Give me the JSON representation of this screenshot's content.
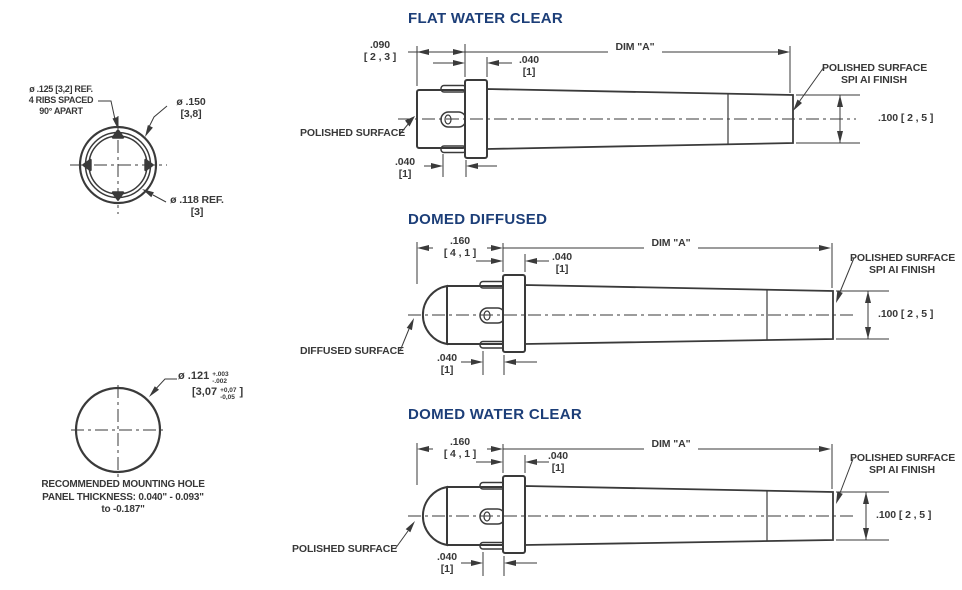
{
  "colors": {
    "line": "#3a3a3a",
    "title": "#1c3e78",
    "text": "#383838",
    "background": "#ffffff"
  },
  "front_view": {
    "rib_label_1": "ø .125 [3,2] REF.",
    "rib_label_2": "4 RIBS SPACED",
    "rib_label_3": "90° APART",
    "outer_dia_1": "ø .150",
    "outer_dia_2": "[3,8]",
    "inner_dia_1": "ø .118 REF.",
    "inner_dia_2": "[3]"
  },
  "mounting_hole": {
    "dia": "ø .121",
    "tol_plus": "+.003",
    "tol_minus": "-.002",
    "metric_open": "[3,07",
    "metric_plus": "+0,07",
    "metric_minus": "-0,05",
    "metric_close": "]",
    "note_1": "RECOMMENDED MOUNTING HOLE",
    "note_2": "PANEL THICKNESS: 0.040\" - 0.093\"",
    "note_3": "to -0.187\""
  },
  "drawings": {
    "flat": {
      "title": "FLAT WATER CLEAR",
      "dim_front": ".090",
      "dim_front_mm": "[ 2 , 3 ]",
      "dim_flange": ".040",
      "dim_flange_mm": "[1]",
      "dim_a": "DIM \"A\"",
      "label_surface": "POLISHED SURFACE",
      "dim_rib": ".040",
      "dim_rib_mm": "[1]",
      "finish_1": "POLISHED SURFACE",
      "finish_2": "SPI AI FINISH",
      "dim_tip": ".100 [ 2 , 5 ]"
    },
    "diffused": {
      "title": "DOMED DIFFUSED",
      "dim_front": ".160",
      "dim_front_mm": "[ 4 , 1 ]",
      "dim_flange": ".040",
      "dim_flange_mm": "[1]",
      "dim_a": "DIM \"A\"",
      "label_surface": "DIFFUSED SURFACE",
      "dim_rib": ".040",
      "dim_rib_mm": "[1]",
      "finish_1": "POLISHED SURFACE",
      "finish_2": "SPI AI FINISH",
      "dim_tip": ".100 [ 2 , 5 ]"
    },
    "domed_clear": {
      "title": "DOMED WATER CLEAR",
      "dim_front": ".160",
      "dim_front_mm": "[ 4 , 1 ]",
      "dim_flange": ".040",
      "dim_flange_mm": "[1]",
      "dim_a": "DIM \"A\"",
      "label_surface": "POLISHED SURFACE",
      "dim_rib": ".040",
      "dim_rib_mm": "[1]",
      "finish_1": "POLISHED SURFACE",
      "finish_2": "SPI AI FINISH",
      "dim_tip": ".100 [ 2 , 5 ]"
    }
  }
}
